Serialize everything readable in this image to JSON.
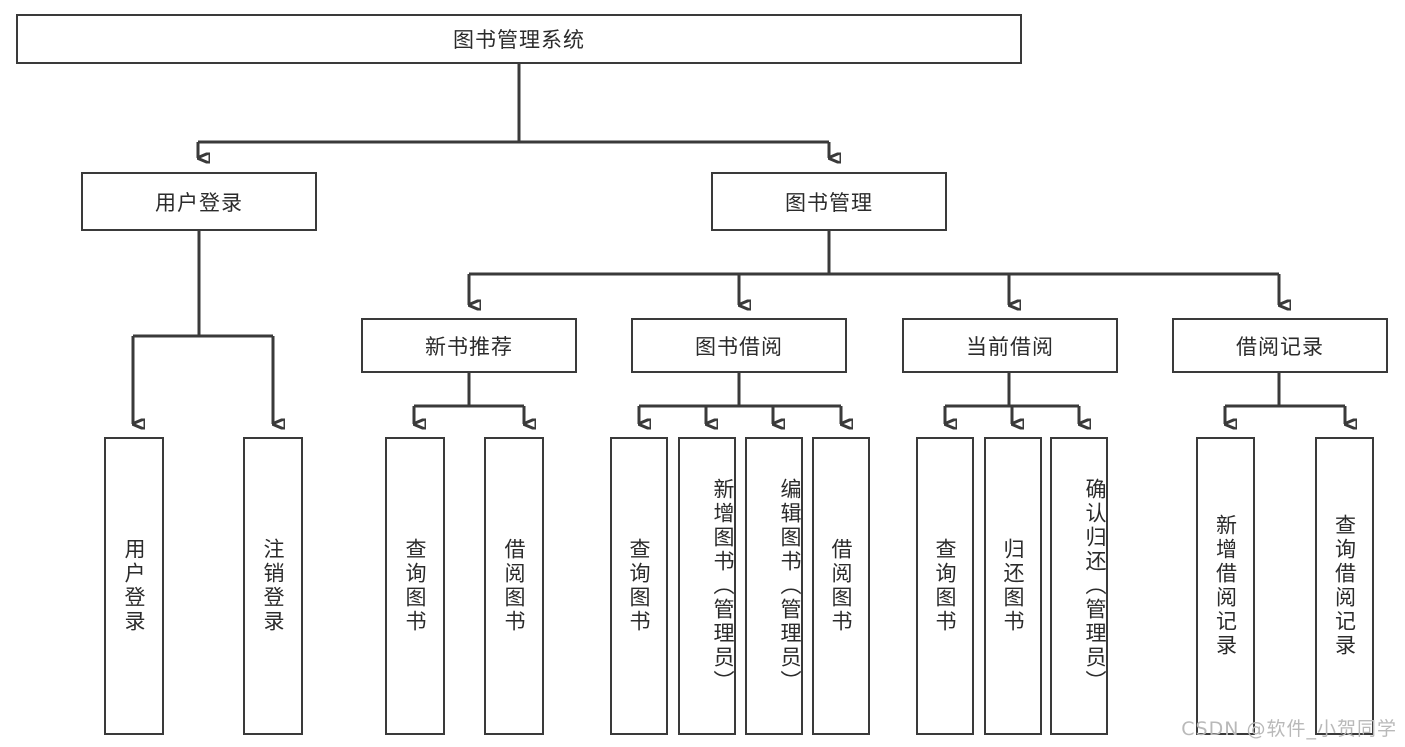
{
  "diagram": {
    "title": "图书管理系统",
    "type": "hierarchy-tree",
    "root": {
      "label": "图书管理系统"
    },
    "level2": [
      {
        "label": "用户登录"
      },
      {
        "label": "图书管理"
      }
    ],
    "level3": [
      {
        "label": "新书推荐"
      },
      {
        "label": "图书借阅"
      },
      {
        "label": "当前借阅"
      },
      {
        "label": "借阅记录"
      }
    ],
    "leaves": {
      "user_login": [
        {
          "label": "用户登录"
        },
        {
          "label": "注销登录"
        }
      ],
      "new_book": [
        {
          "label": "查询图书"
        },
        {
          "label": "借阅图书"
        }
      ],
      "book_borrow": [
        {
          "label": "查询图书"
        },
        {
          "label": "新增图书（管理员）"
        },
        {
          "label": "编辑图书（管理员）"
        },
        {
          "label": "借阅图书"
        }
      ],
      "current_borrow": [
        {
          "label": "查询图书"
        },
        {
          "label": "归还图书"
        },
        {
          "label": "确认归还（管理员）"
        }
      ],
      "borrow_record": [
        {
          "label": "新增借阅记录"
        },
        {
          "label": "查询借阅记录"
        }
      ]
    }
  },
  "watermark": {
    "text": "CSDN @软件_小贺同学"
  },
  "colors": {
    "stroke": "#3a3a3a",
    "background": "#ffffff",
    "text": "#2b2b2b",
    "watermark": "#b9b9b9"
  }
}
